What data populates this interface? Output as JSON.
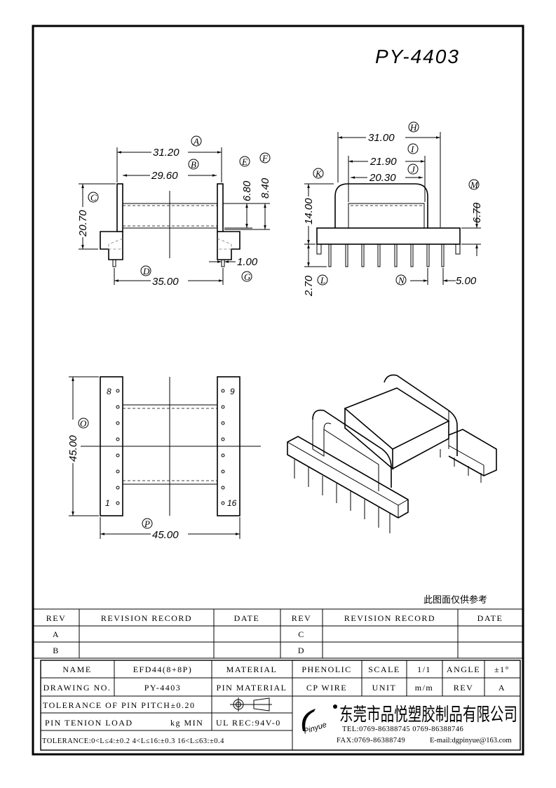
{
  "drawing_title": "PY-4403",
  "front_view": {
    "A": {
      "letter": "A",
      "value": "31.20"
    },
    "B": {
      "letter": "B",
      "value": "29.60"
    },
    "C": {
      "letter": "C",
      "value": "20.70"
    },
    "D": {
      "letter": "D",
      "value": "35.00"
    },
    "E": {
      "letter": "E",
      "value": "6.80"
    },
    "F": {
      "letter": "F",
      "value": "8.40"
    },
    "G": {
      "letter": "G",
      "value": "1.00"
    }
  },
  "side_view": {
    "H": {
      "letter": "H",
      "value": "31.00"
    },
    "I": {
      "letter": "I",
      "value": "21.90"
    },
    "J": {
      "letter": "J",
      "value": "20.30"
    },
    "K": {
      "letter": "K",
      "value": "14.00"
    },
    "L": {
      "letter": "L",
      "value": "2.70"
    },
    "M": {
      "letter": "M",
      "value": "6.70"
    },
    "N": {
      "letter": "N",
      "value": "5.00"
    }
  },
  "bottom_view": {
    "O": {
      "letter": "O",
      "value": "45.00"
    },
    "P": {
      "letter": "P",
      "value": "45.00"
    },
    "pins": {
      "top_left": "8",
      "top_right": "9",
      "bottom_left": "1",
      "bottom_right": "16"
    }
  },
  "note": "此图面仅供参考",
  "revision_table": {
    "headers": [
      "REV",
      "REVISION RECORD",
      "DATE",
      "REV",
      "REVISION RECORD",
      "DATE"
    ],
    "rows": [
      [
        "A",
        "",
        "",
        "C",
        "",
        ""
      ],
      [
        "B",
        "",
        "",
        "D",
        "",
        ""
      ]
    ]
  },
  "title_block": {
    "name_label": "NAME",
    "name_value": "EFD44(8+8P)",
    "material_label": "MATERIAL",
    "material_value": "PHENOLIC",
    "scale_label": "SCALE",
    "scale_value": "1/1",
    "angle_label": "ANGLE",
    "angle_value": "±1°",
    "drawing_no_label": "DRAWING NO.",
    "drawing_no_value": "PY-4403",
    "pin_material_label": "PIN MATERIAL",
    "pin_material_value": "CP WIRE",
    "unit_label": "UNIT",
    "unit_value": "m/m",
    "rev_label": "REV",
    "rev_value": "A",
    "pin_pitch_tolerance": "TOLERANCE OF PIN PITCH±0.20",
    "pin_tension_label": "PIN TENION LOAD",
    "pin_tension_unit": "kg MIN",
    "ul_rec": "UL REC:94V-0",
    "tolerance": "TOLERANCE:0<L≤4:±0.2  4<L≤16:±0.3  16<L≤63:±0.4",
    "company_logo_text": "Pinyue",
    "company_name": "东莞市品悦塑胶制品有限公司",
    "tel": "TEL:0769-86388745    0769-86388746",
    "fax": "FAX:0769-86388749",
    "email": "E-mail:dgpinyue@163.com"
  }
}
